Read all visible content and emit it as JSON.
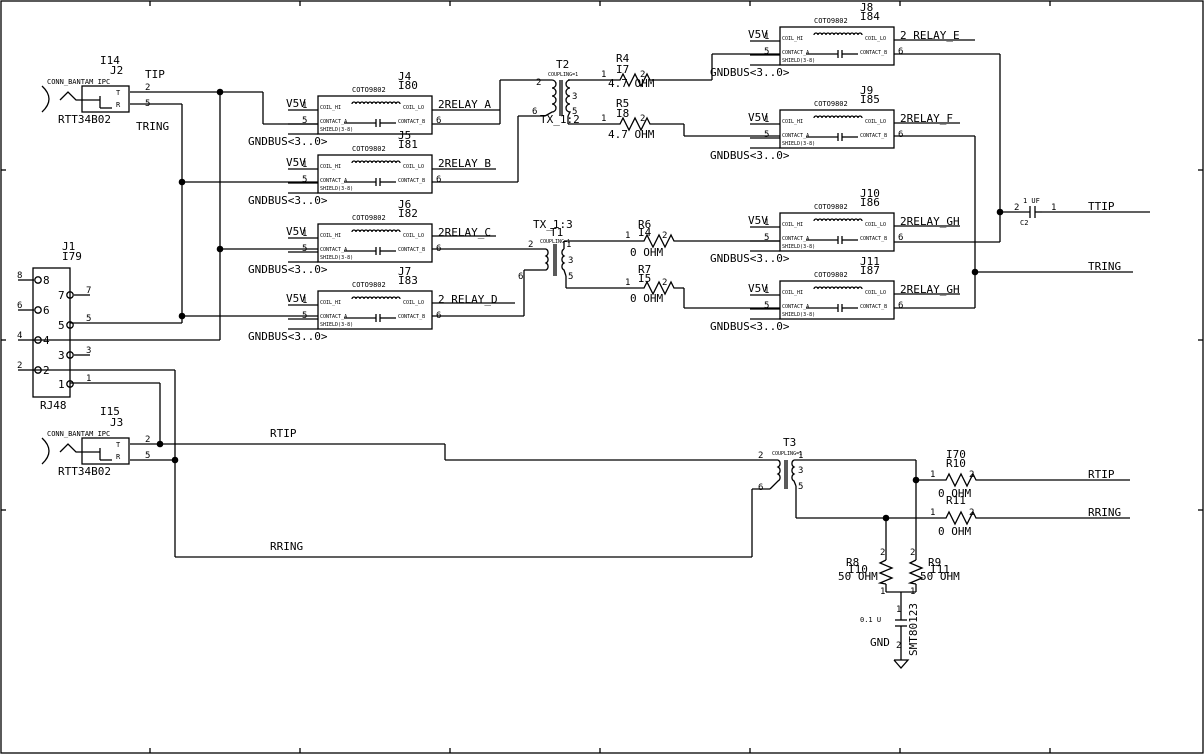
{
  "relays": [
    {
      "id": "r-i80",
      "ref": "J4",
      "inst": "I80",
      "part": "COTO9802",
      "vsrc": "V5V",
      "gnd": "GNDBUS<3..0>",
      "out": "2RELAY_A"
    },
    {
      "id": "r-i81",
      "ref": "J5",
      "inst": "I81",
      "part": "COTO9802",
      "vsrc": "V5V",
      "gnd": "GNDBUS<3..0>",
      "out": "2RELAY_B"
    },
    {
      "id": "r-i82",
      "ref": "J6",
      "inst": "I82",
      "part": "COTO9802",
      "vsrc": "V5V",
      "gnd": "GNDBUS<3..0>",
      "out": "2RELAY_C"
    },
    {
      "id": "r-i83",
      "ref": "J7",
      "inst": "I83",
      "part": "COTO9802",
      "vsrc": "V5V",
      "gnd": "GNDBUS<3..0>",
      "out": "2 RELAY_D"
    },
    {
      "id": "r-i84",
      "ref": "J8",
      "inst": "I84",
      "part": "COTO9802",
      "vsrc": "V5V",
      "gnd": "GNDBUS<3..0>",
      "out": "2 RELAY_E"
    },
    {
      "id": "r-i85",
      "ref": "J9",
      "inst": "I85",
      "part": "COTO9802",
      "vsrc": "V5V",
      "gnd": "GNDBUS<3..0>",
      "out": "2RELAY_F"
    },
    {
      "id": "r-i86",
      "ref": "J10",
      "inst": "I86",
      "part": "COTO9802",
      "vsrc": "V5V",
      "gnd": "GNDBUS<3..0>",
      "out": "2RELAY_GH"
    },
    {
      "id": "r-i87",
      "ref": "J11",
      "inst": "I87",
      "part": "COTO9802",
      "vsrc": "V5V",
      "gnd": "GNDBUS<3..0>",
      "out": "2RELAY_GH"
    }
  ],
  "relay_pins": {
    "coil_hi": "COIL_HI",
    "coil_lo": "COIL_LO",
    "contact_a": "CONTACT_A",
    "contact_b": "CONTACT_B",
    "shield": "SHIELD(3-8)"
  },
  "jacks": [
    {
      "id": "j-tip",
      "inst": "I14",
      "ref": "J2",
      "conn": "CONN_BANTAM_IPC",
      "part": "RTT34B02",
      "net_t": "TIP",
      "net_r": "TRING"
    },
    {
      "id": "j-ring",
      "inst": "I15",
      "ref": "J3",
      "conn": "CONN_BANTAM_IPC",
      "part": "RTT34B02",
      "net_t": "RTIP",
      "net_r": "RRING"
    }
  ],
  "jack_pins": {
    "t": "T",
    "r": "R"
  },
  "rj48": {
    "ref": "J1",
    "inst": "I79",
    "part": "RJ48"
  },
  "transformers": [
    {
      "id": "xf-t2",
      "ref": "T2",
      "name": "TX_1:2",
      "tag": "COUPLING=1"
    },
    {
      "id": "xf-t1",
      "ref": "T1",
      "name": "TX_1:3",
      "tag": "COUPLING=1"
    },
    {
      "id": "xf-t3",
      "ref": "T3",
      "name": "",
      "tag": "COUPLING=1"
    }
  ],
  "resistors": [
    {
      "id": "r4",
      "ref": "R4",
      "inst": "I7",
      "value": "4.7 OHM"
    },
    {
      "id": "r5",
      "ref": "R5",
      "inst": "I8",
      "value": "4.7 OHM"
    },
    {
      "id": "r6",
      "ref": "R6",
      "inst": "I4",
      "value": "0 OHM"
    },
    {
      "id": "r7",
      "ref": "R7",
      "inst": "I5",
      "value": "0 OHM"
    },
    {
      "id": "r10",
      "ref": "R10",
      "inst": "I70",
      "value": "0 OHM"
    },
    {
      "id": "r11",
      "ref": "R11",
      "inst": "",
      "value": "0 OHM"
    },
    {
      "id": "r8",
      "ref": "R8",
      "inst": "I10",
      "value": "50 OHM"
    },
    {
      "id": "r9",
      "ref": "R9",
      "inst": "I11",
      "value": "50 OHM"
    }
  ],
  "capacitors": [
    {
      "id": "c2",
      "ref": "C2",
      "value": "1 UF"
    },
    {
      "id": "smt",
      "ref": "SMT80123",
      "value": "0.1 U"
    }
  ],
  "nets": {
    "ttip": "TTIP",
    "tring": "TRING",
    "rtip": "RTIP",
    "rring": "RRING",
    "gnd": "GND"
  }
}
